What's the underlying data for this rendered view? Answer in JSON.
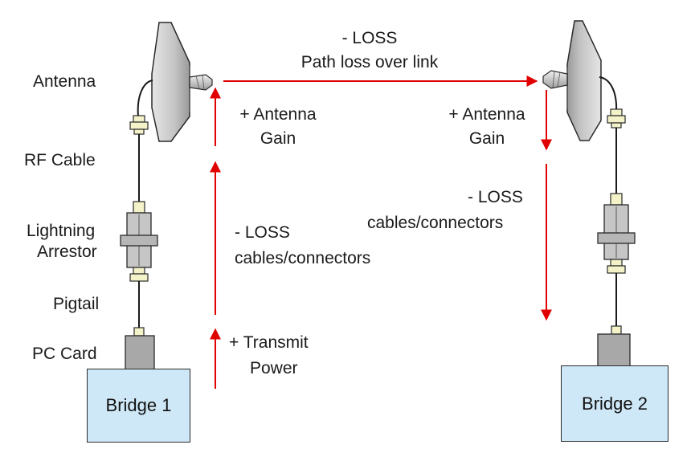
{
  "colors": {
    "arrow": "#e00000",
    "bridge_fill": "#cfe8f7",
    "dish_fill": "#cccccc",
    "connector_fill": "#b8b8b8"
  },
  "left_side": {
    "labels": {
      "antenna": "Antenna",
      "rf_cable": "RF Cable",
      "lightning_arrestor_line1": "Lightning",
      "lightning_arrestor_line2": "Arrestor",
      "pigtail": "Pigtail",
      "pc_card": "PC Card"
    },
    "bridge": "Bridge 1"
  },
  "right_side": {
    "bridge": "Bridge 2"
  },
  "link": {
    "loss_title": "- LOSS",
    "loss_desc": "Path loss over link"
  },
  "tx_chain": {
    "antenna_gain_line1": "+ Antenna",
    "antenna_gain_line2": "Gain",
    "cable_loss_line1": "- LOSS",
    "cable_loss_line2": "cables/connectors",
    "transmit_power_line1": "+ Transmit",
    "transmit_power_line2": "Power"
  },
  "rx_chain": {
    "antenna_gain_line1": "+ Antenna",
    "antenna_gain_line2": "Gain",
    "cable_loss_line1": "- LOSS",
    "cable_loss_line2": "cables/connectors"
  }
}
